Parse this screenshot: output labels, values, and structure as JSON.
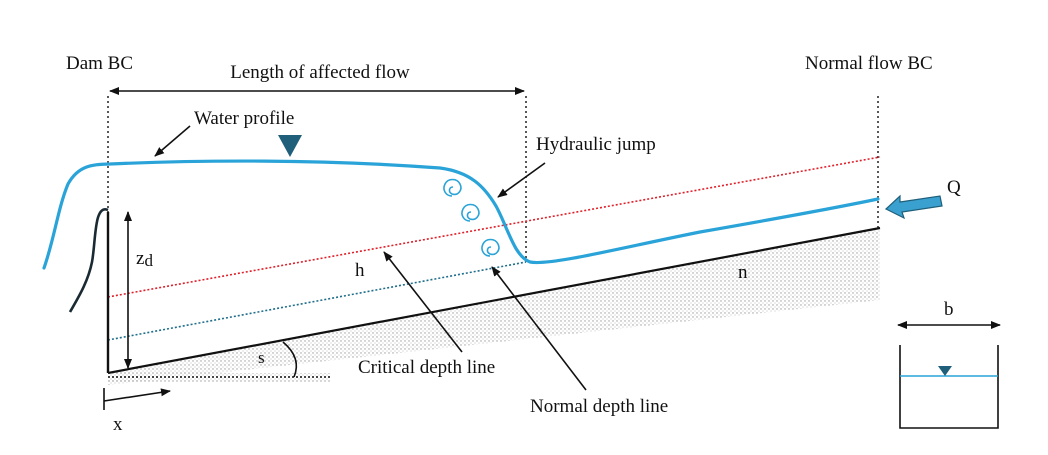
{
  "labels": {
    "dam_bc": "Dam BC",
    "length_of_affected_flow": "Length of affected flow",
    "normal_flow_bc": "Normal flow BC",
    "water_profile": "Water profile",
    "hydraulic_jump": "Hydraulic jump",
    "discharge": "Q",
    "dam_height": "z",
    "dam_height_subscript": "d",
    "depth": "h",
    "manning": "n",
    "slope": "s",
    "critical_depth_line": "Critical depth line",
    "normal_depth_line": "Normal depth line",
    "x_axis": "x",
    "channel_width": "b"
  },
  "colors": {
    "water": "#2aa3d8",
    "critical_depth_line": "#e0202a",
    "normal_depth_line": "#1f6e8c",
    "water_marker": "#1f5f7a",
    "discharge_arrow": "#3aa0d0",
    "discharge_arrow_outline": "#1f5f7a",
    "ground": "#111111",
    "ground_hatch": "#b8b8b8"
  },
  "icons": {
    "water_level_marker": "inverted-triangle-icon",
    "turbulence": "swirl-icon",
    "discharge": "arrow-left-icon"
  }
}
